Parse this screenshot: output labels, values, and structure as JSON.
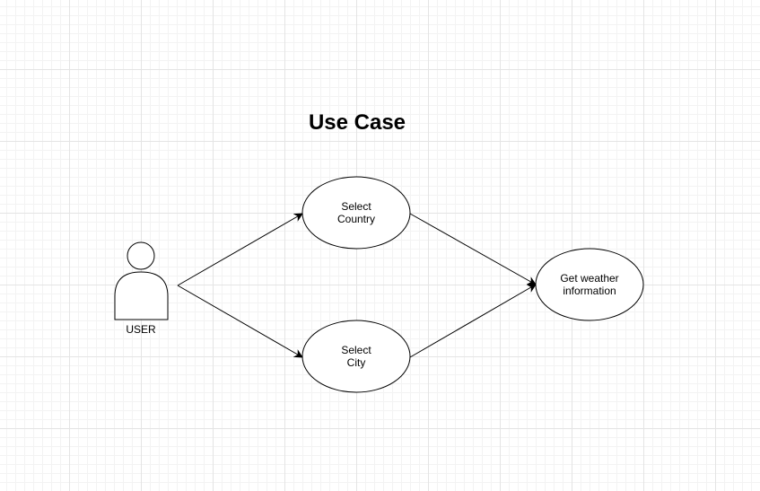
{
  "diagram": {
    "title": "Use Case",
    "actor": {
      "label": "USER"
    },
    "use_cases": [
      {
        "line1": "Select",
        "line2": "Country"
      },
      {
        "line1": "Select",
        "line2": "City"
      },
      {
        "line1": "Get weather",
        "line2": "information"
      }
    ]
  },
  "colors": {
    "stroke": "#000000",
    "fill": "#ffffff",
    "grid": "#e4e4e4"
  }
}
